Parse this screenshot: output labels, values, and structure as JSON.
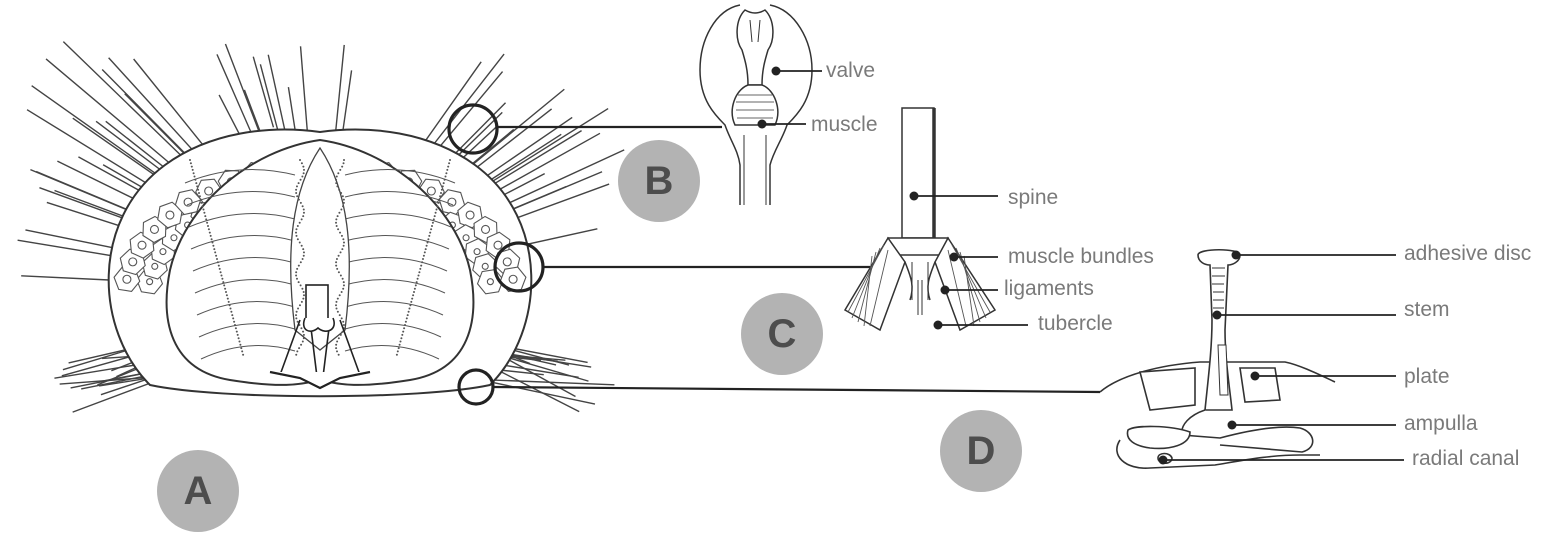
{
  "panels": {
    "a": {
      "letter": "A"
    },
    "b": {
      "letter": "B",
      "labels": {
        "valve": "valve",
        "muscle": "muscle"
      }
    },
    "c": {
      "letter": "C",
      "labels": {
        "spine": "spine",
        "muscle_bundles": "muscle bundles",
        "ligaments": "ligaments",
        "tubercle": "tubercle"
      }
    },
    "d": {
      "letter": "D",
      "labels": {
        "adhesive_disc": "adhesive disc",
        "stem": "stem",
        "plate": "plate",
        "ampulla": "ampulla",
        "radial_canal": "radial canal"
      }
    }
  },
  "colors": {
    "label_text": "#7a7a7a",
    "badge_fill": "#b3b3b3",
    "badge_text": "#4d4d4d",
    "line": "#222222"
  }
}
